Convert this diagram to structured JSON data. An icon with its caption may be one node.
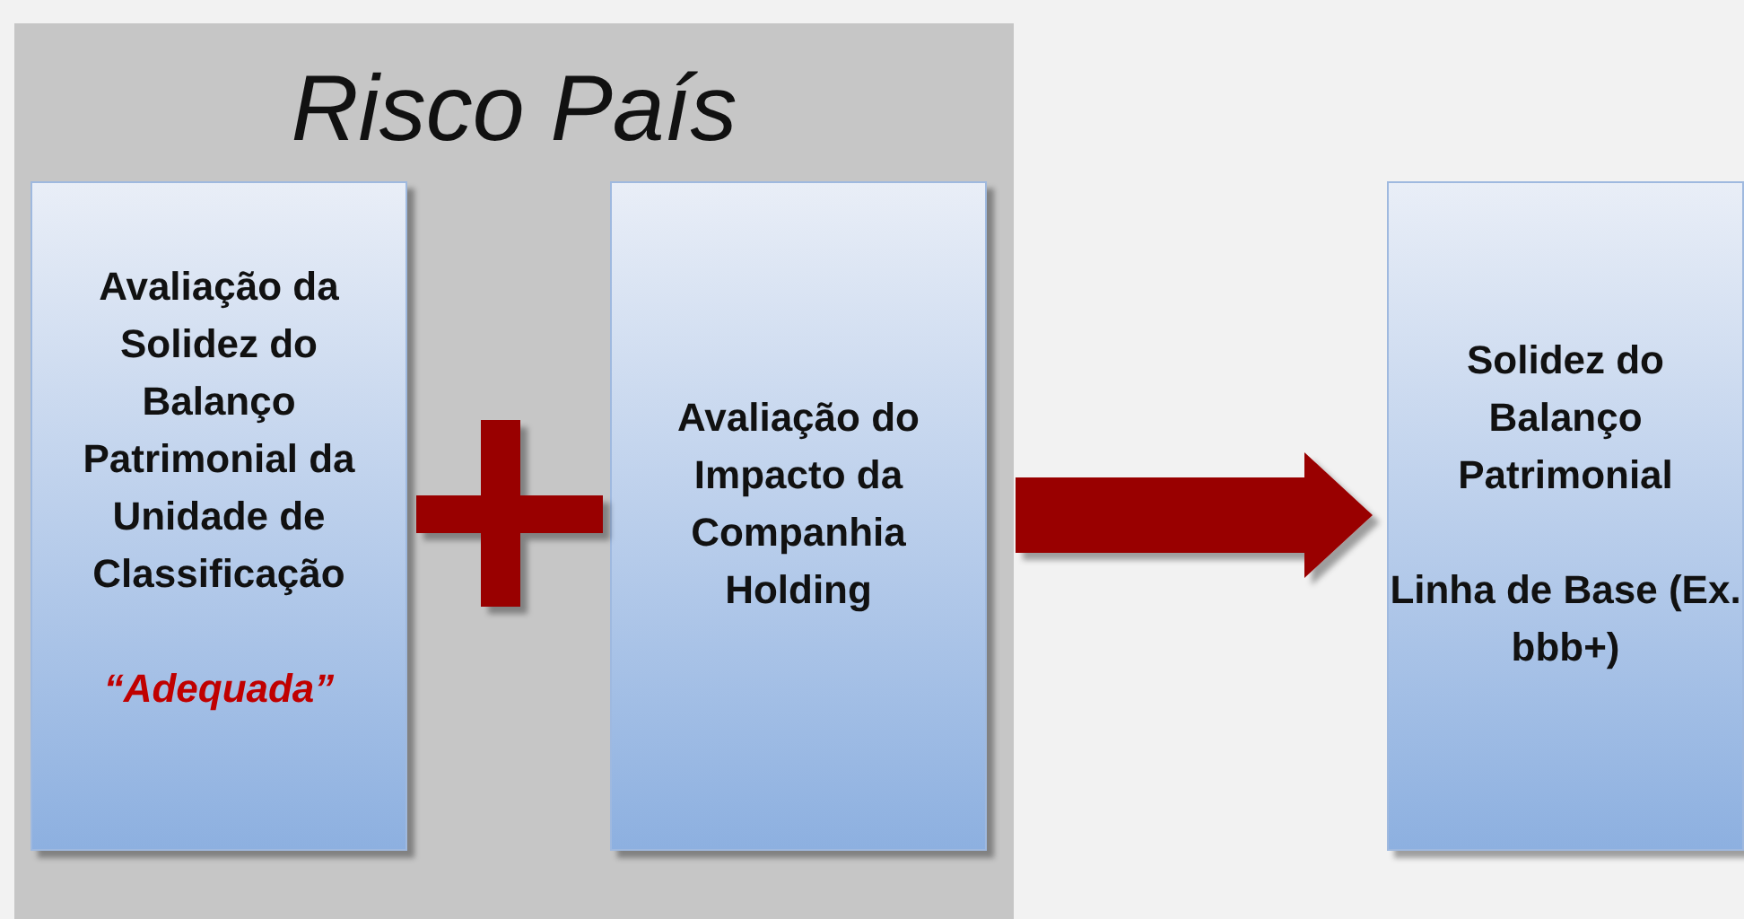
{
  "diagram": {
    "nodes": [
      {
        "text": [
          "Risco País"
        ]
      },
      {
        "text": [
          "Avaliação da Solidez do Balanço Patrimonial da Unidade de Classificação",
          "“Adequada”"
        ],
        "in": 0
      },
      {
        "text": [
          "Avaliação do Impacto da Companhia Holding"
        ],
        "in": 0
      },
      {
        "text": [
          "Solidez do Balanço Patrimonial",
          "Linha de Base (Ex. bbb+)"
        ]
      }
    ],
    "edges": [
      {
        "from": 0,
        "to": 3,
        "arrow": "to",
        "style": "thick"
      }
    ]
  }
}
